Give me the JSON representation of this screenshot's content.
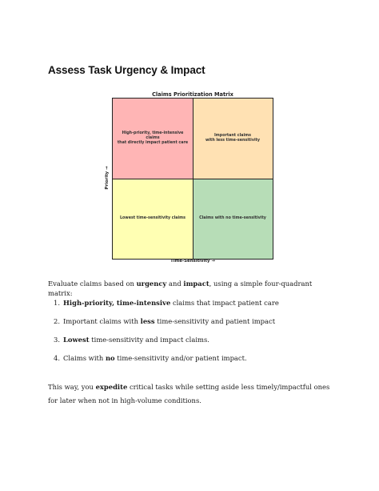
{
  "heading": "Assess Task Urgency & Impact",
  "chart_data": {
    "type": "quadrant",
    "title": "Claims Prioritization Matrix",
    "xlabel": "Time-Sensitivity →",
    "ylabel": "Priority →",
    "grid": false,
    "quadrants": [
      {
        "position": "top-left",
        "lines": [
          "High-priority, time-intensive claims",
          "that directly impact patient care"
        ],
        "color": "#ffb5b5"
      },
      {
        "position": "top-right",
        "lines": [
          "Important claims",
          "with less time-sensitivity"
        ],
        "color": "#ffe1b3"
      },
      {
        "position": "bottom-left",
        "lines": [
          "Lowest time-sensitivity claims"
        ],
        "color": "#ffffb3"
      },
      {
        "position": "bottom-right",
        "lines": [
          "Claims with no time-sensitivity"
        ],
        "color": "#b7ddb7"
      }
    ]
  },
  "intro": {
    "prefix": "Evaluate claims based on ",
    "b1": "urgency",
    "mid": " and ",
    "b2": "impact",
    "suffix": ", using a simple four-quadrant matrix:"
  },
  "list": [
    {
      "num": "1.",
      "bold": "High-priority, time-intensive",
      "rest": " claims that impact patient care"
    },
    {
      "num": "2.",
      "pre": "Important claims with ",
      "bold": "less",
      "rest": " time-sensitivity and patient impact"
    },
    {
      "num": "3.",
      "bold": "Lowest",
      "rest": " time-sensitivity and impact claims."
    },
    {
      "num": "4.",
      "pre": "Claims with ",
      "bold": "no",
      "rest": " time-sensitivity and/or patient impact."
    }
  ],
  "outro": {
    "prefix": "This way, you ",
    "bold": "expedite",
    "suffix": " critical tasks while setting aside less timely/impactful ones for later when not in high-volume conditions."
  }
}
